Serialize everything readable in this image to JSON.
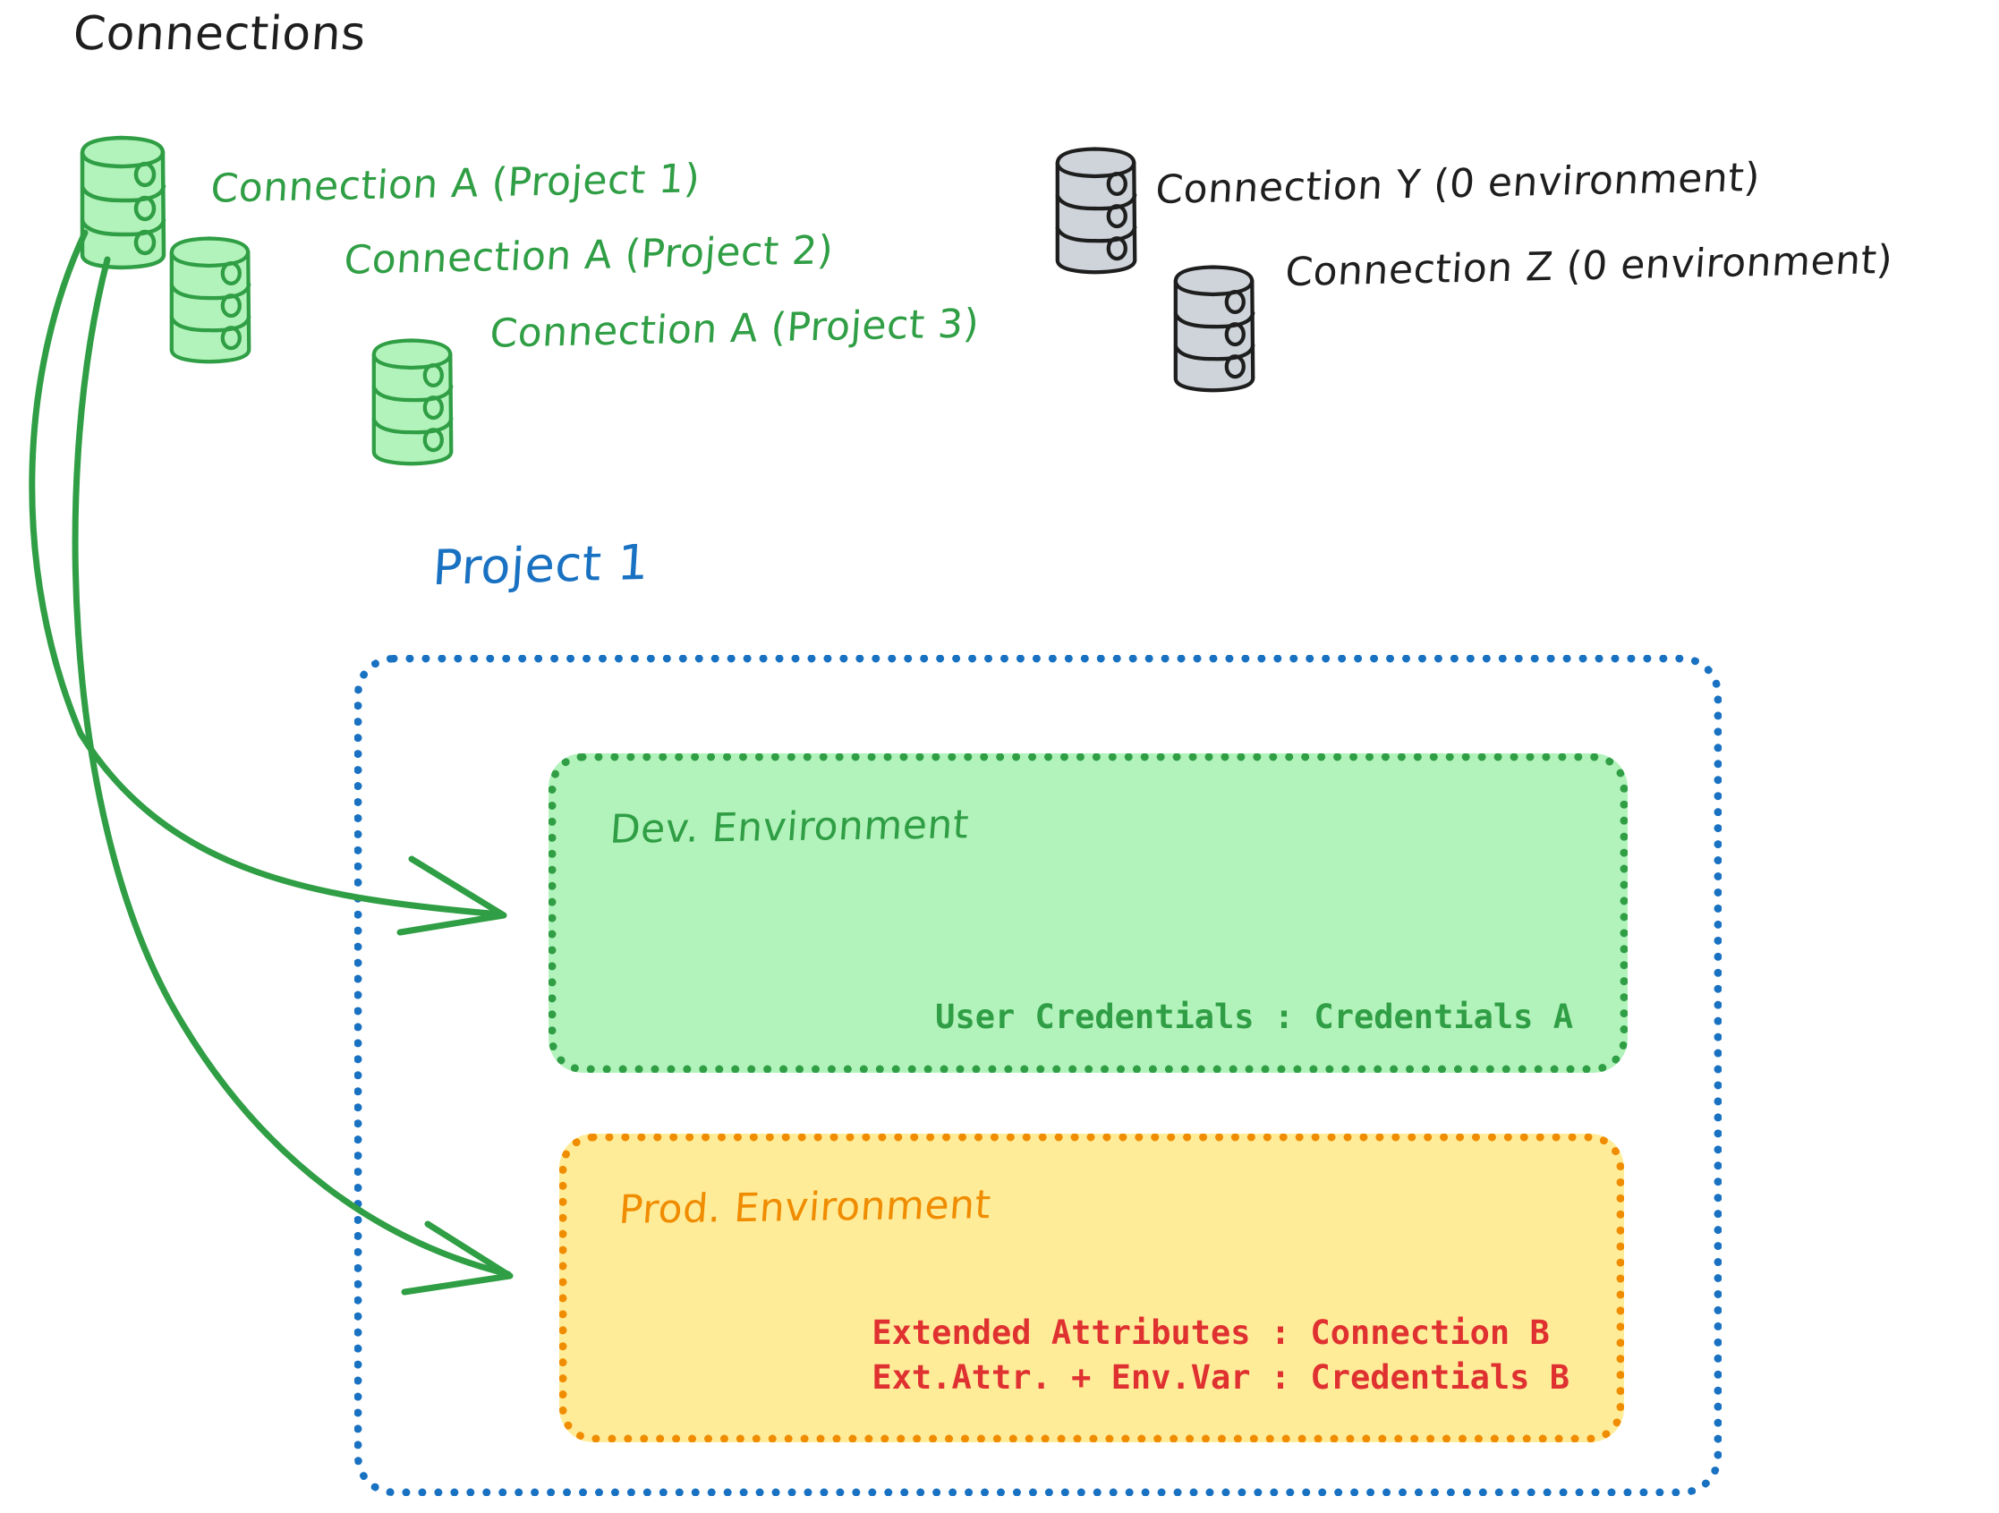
{
  "headline": "Connections",
  "connections": {
    "green": [
      {
        "label": "Connection A (Project 1)",
        "icon": "database-icon",
        "color": "#2f9e44"
      },
      {
        "label": "Connection A (Project 2)",
        "icon": "database-icon",
        "color": "#2f9e44"
      },
      {
        "label": "Connection A (Project 3)",
        "icon": "database-icon",
        "color": "#2f9e44"
      }
    ],
    "gray": [
      {
        "label": "Connection Y (0 environment)",
        "icon": "database-icon",
        "color": "#1e1e1e"
      },
      {
        "label": "Connection Z (0 environment)",
        "icon": "database-icon",
        "color": "#1e1e1e"
      }
    ]
  },
  "project": {
    "title": "Project 1",
    "title_color": "#1971c2",
    "border_color": "#1971c2",
    "environments": [
      {
        "name": "Dev. Environment",
        "fill": "#b2f2bb",
        "border": "#2f9e44",
        "text_color": "#2f9e44",
        "rows": [
          "User Credentials : Credentials A"
        ]
      },
      {
        "name": "Prod. Environment",
        "fill": "#ffec99",
        "border": "#f08c00",
        "text_color": "#e03131",
        "rows": [
          "Extended Attributes : Connection B",
          "Ext.Attr. + Env.Var : Credentials B"
        ]
      }
    ]
  },
  "arrows": [
    {
      "from": "Connection A (Project 1)",
      "to": "Dev. Environment",
      "color": "#2f9e44"
    },
    {
      "from": "Connection A (Project 1)",
      "to": "Prod. Environment",
      "color": "#2f9e44"
    }
  ]
}
